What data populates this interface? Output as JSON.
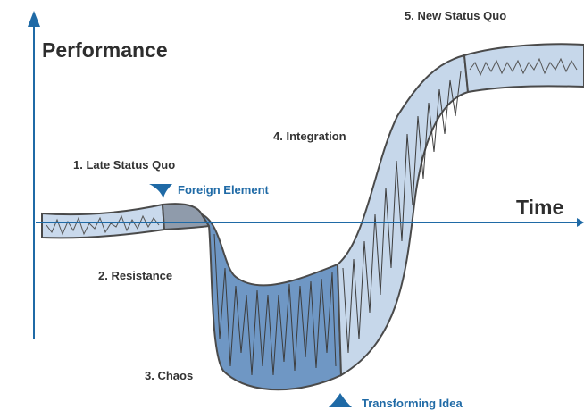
{
  "diagram": {
    "y_axis_label": "Performance",
    "x_axis_label": "Time",
    "stages": [
      {
        "id": "late-status-quo",
        "label": "1. Late Status Quo"
      },
      {
        "id": "resistance",
        "label": "2. Resistance"
      },
      {
        "id": "chaos",
        "label": "3. Chaos"
      },
      {
        "id": "integration",
        "label": "4. Integration"
      },
      {
        "id": "new-status-quo",
        "label": "5. New Status Quo"
      }
    ],
    "events": {
      "foreign_element": "Foreign Element",
      "transforming_idea": "Transforming Idea"
    }
  },
  "colors": {
    "axis": "#1f6aa6",
    "band_outline": "#4a4a4a",
    "status_quo_fill": "#c9d9ec",
    "resistance_fill": "#8f9bab",
    "chaos_fill": "#6f97c4",
    "integration_fill": "#c6d7ea",
    "marker": "#1f6aa6"
  }
}
